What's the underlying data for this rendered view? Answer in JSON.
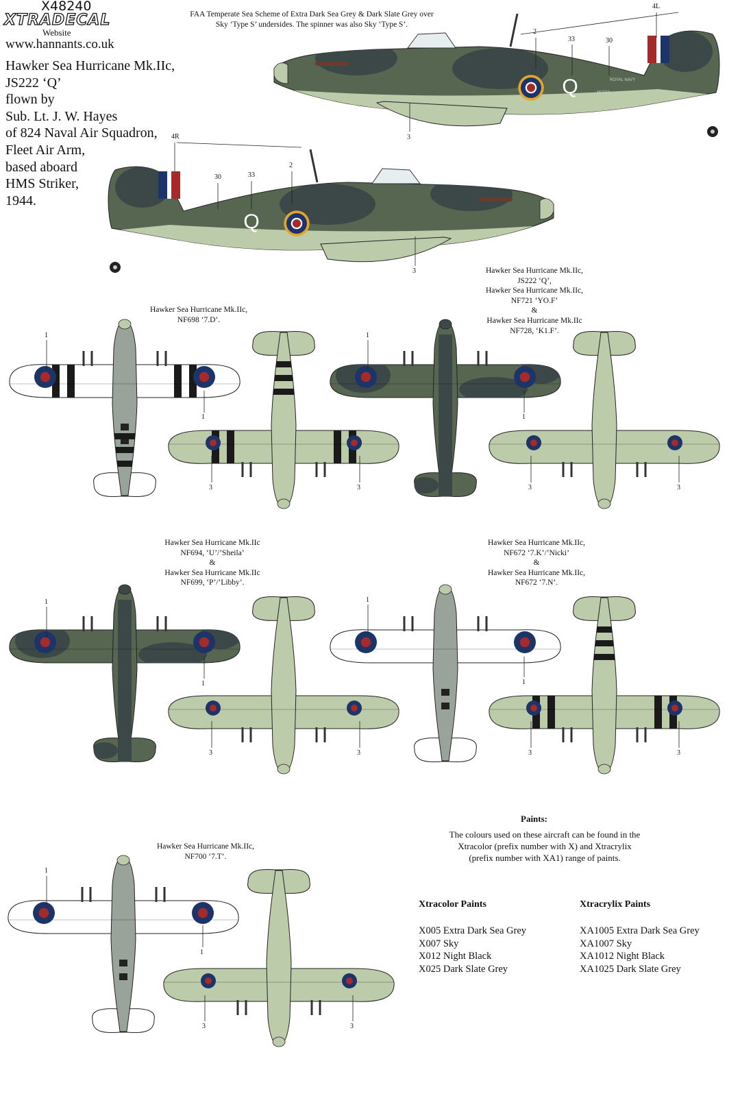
{
  "logo": {
    "code": "X48240",
    "brand": "XTRADECAL",
    "website_label": "Website",
    "website_url": "www.hannants.co.uk"
  },
  "header_note": [
    "FAA Temperate Sea Scheme of Extra Dark Sea Grey & Dark Slate Grey over",
    "Sky ‘Type S’ undersides. The spinner was also Sky ‘Type S’."
  ],
  "description": [
    "Hawker Sea Hurricane Mk.IIc,",
    "JS222 ‘Q’",
    "flown by",
    "Sub. Lt. J. W. Hayes",
    "of 824 Naval Air Squadron,",
    "Fleet Air Arm,",
    "based aboard",
    "HMS Striker,",
    "1944."
  ],
  "side_markings": {
    "code_letter": "Q",
    "fin_left": "4L",
    "fin_right": "4R",
    "n2": "2",
    "n33": "33",
    "n30": "30",
    "n3": "3",
    "serial_text": "JS222",
    "navy_text": "ROYAL NAVY"
  },
  "captions": {
    "g1": [
      "Hawker Sea Hurricane Mk.IIc,",
      "NF698 ‘7.D’."
    ],
    "g2": [
      "Hawker Sea Hurricane Mk.IIc,",
      "JS222 ‘Q’,",
      "Hawker Sea Hurricane Mk.IIc,",
      "NF721 ‘YO.F’",
      "&",
      "Hawker Sea Hurricane Mk.IIc",
      "NF728, ‘K1.F’."
    ],
    "g3": [
      "Hawker Sea Hurricane Mk.IIc",
      "NF694, ‘U’/’Sheila’",
      "&",
      "Hawker Sea Hurricane Mk.IIc",
      "NF699, ‘P’/’Libby’."
    ],
    "g4": [
      "Hawker Sea Hurricane Mk.IIc,",
      "NF672 ‘7.K’/’Nicki’",
      "&",
      "Hawker Sea Hurricane Mk.IIc,",
      "NF672 ‘7.N’."
    ],
    "g5": [
      "Hawker Sea Hurricane Mk.IIc,",
      "NF700 ‘7.T’."
    ]
  },
  "callout_numbers": {
    "upper": "1",
    "lower": "3"
  },
  "paints": {
    "title": "Paints:",
    "text": [
      "The colours used on these aircraft can be found in the",
      "Xtracolor (prefix number with X) and Xtracrylix",
      "(prefix number with XA1) range of paints."
    ],
    "xtracolor": {
      "heading": "Xtracolor Paints",
      "items": [
        "X005 Extra Dark Sea Grey",
        "X007 Sky",
        "X012 Night Black",
        "X025 Dark Slate Grey"
      ]
    },
    "xtracrylix": {
      "heading": "Xtracrylix Paints",
      "items": [
        "XA1005 Extra Dark Sea Grey",
        "XA1007 Sky",
        "XA1012 Night Black",
        "XA1025 Dark Slate Grey"
      ]
    }
  },
  "colors": {
    "sea_grey": "#3c4747",
    "slate_grey": "#566651",
    "sky": "#bccbaa",
    "roundel_blue": "#1d3468",
    "roundel_red": "#a52a2a",
    "roundel_yellow": "#e2a42a",
    "black": "#1a1a1a",
    "white": "#ffffff"
  }
}
